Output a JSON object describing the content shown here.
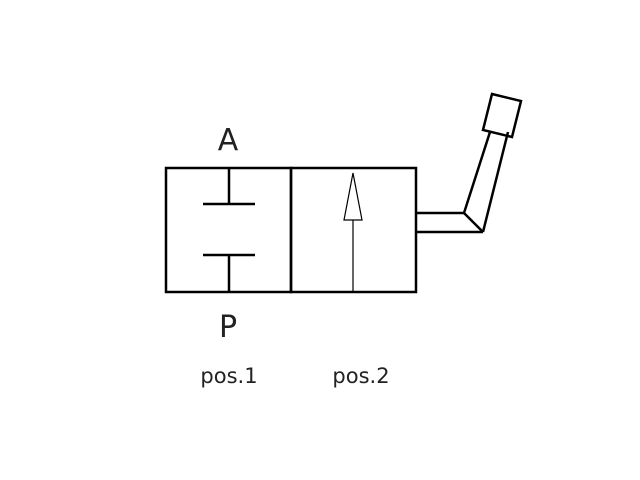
{
  "diagram": {
    "port_a": "A",
    "port_p": "P",
    "position_1": "pos.1",
    "position_2": "pos.2"
  },
  "colors": {
    "line": "#000000",
    "text": "#222222",
    "background": "#ffffff"
  }
}
